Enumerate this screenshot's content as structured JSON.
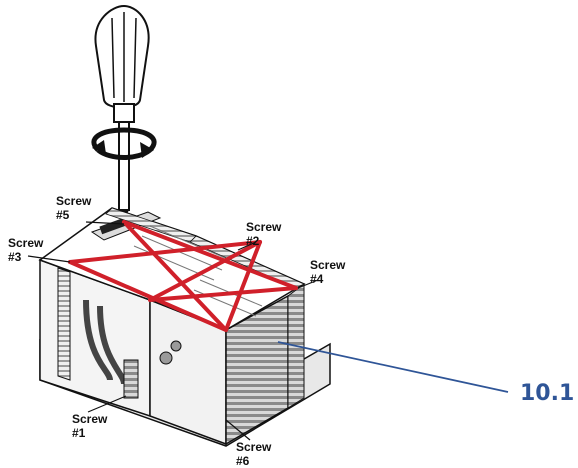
{
  "labels": {
    "screw_1": {
      "name": "Screw",
      "num": "#1"
    },
    "screw_2": {
      "name": "Screw",
      "num": "#2"
    },
    "screw_3": {
      "name": "Screw",
      "num": "#3"
    },
    "screw_4": {
      "name": "Screw",
      "num": "#4"
    },
    "screw_5": {
      "name": "Screw",
      "num": "#5"
    },
    "screw_6": {
      "name": "Screw",
      "num": "#6"
    }
  },
  "callout": {
    "label": "10.1"
  },
  "colors": {
    "tightening_pattern": "#d0202a",
    "callout": "#2f5597",
    "outline": "#111111",
    "fin_shade": "#8a8a8a"
  },
  "icons": [
    "screwdriver-icon",
    "rotation-arrow-icon"
  ]
}
